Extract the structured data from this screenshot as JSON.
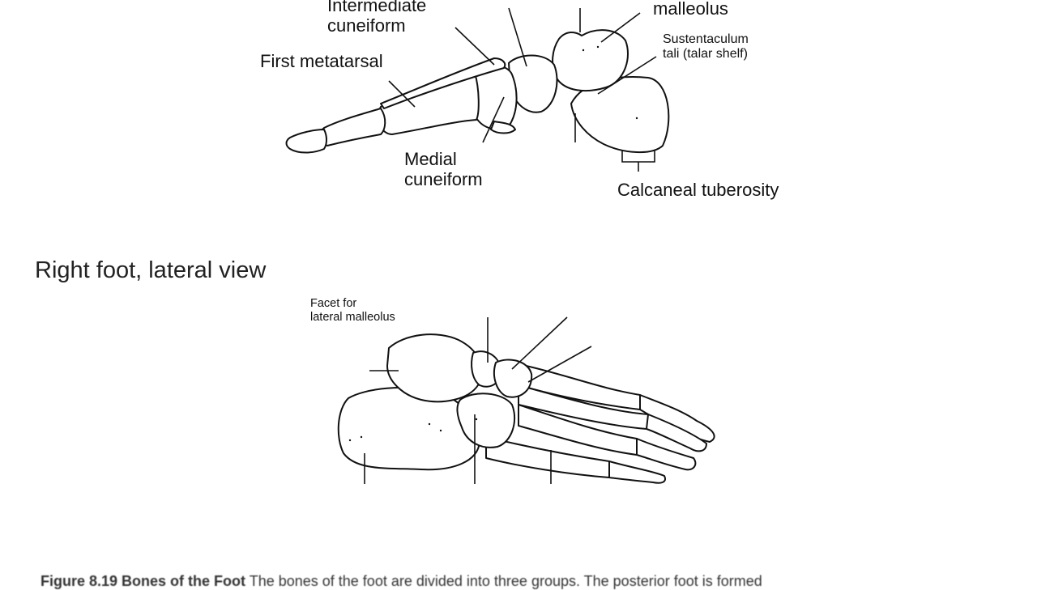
{
  "medial_view": {
    "labels": {
      "intermediate_cuneiform": [
        "Intermediate",
        "cuneiform"
      ],
      "first_metatarsal": "First metatarsal",
      "medial_malleolus_partial": "malleolus",
      "sustentaculum_tali": [
        "Sustentaculum",
        "tali (talar shelf)"
      ],
      "medial_cuneiform": [
        "Medial",
        "cuneiform"
      ],
      "calcaneal_tuberosity": "Calcaneal tuberosity"
    }
  },
  "lateral_view": {
    "title": "Right foot, lateral view",
    "labels": {
      "facet_lateral_malleolus": [
        "Facet for",
        "lateral malleolus"
      ]
    }
  },
  "caption": {
    "figure_label": "Figure 8.19 Bones of the Foot",
    "text": " The bones of the foot are divided into three groups. The posterior foot is formed"
  },
  "colors": {
    "line": "#111111",
    "background": "#ffffff"
  }
}
